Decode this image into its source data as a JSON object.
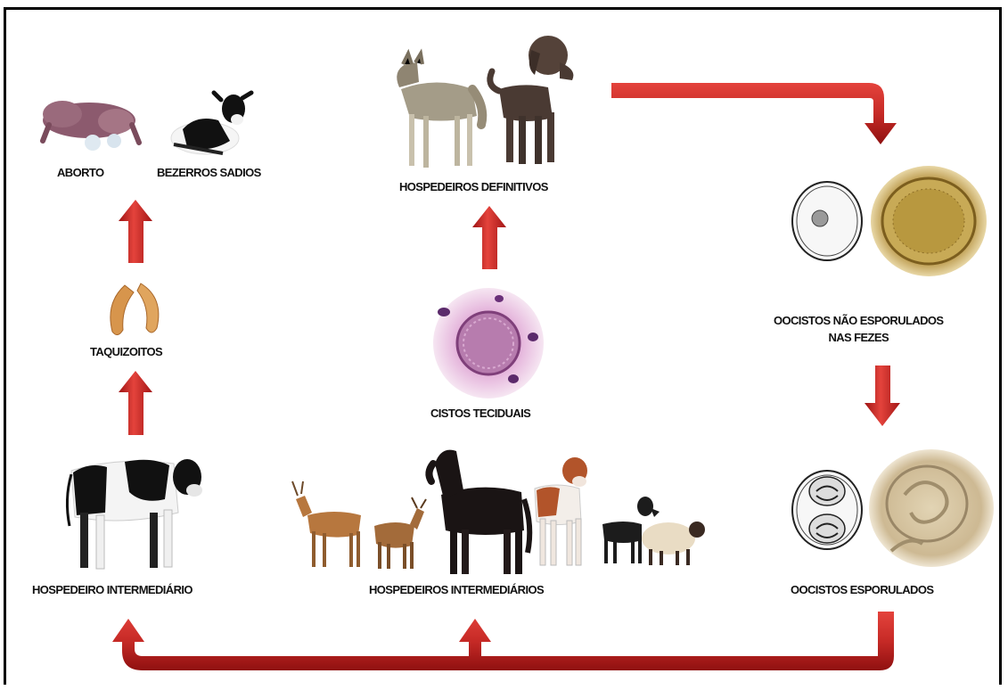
{
  "labels": {
    "aborto": "ABORTO",
    "bezerros_sadios": "BEZERROS SADIOS",
    "hospedeiros_definitivos": "HOSPEDEIROS DEFINITIVOS",
    "taquizoitos": "TAQUIZOITOS",
    "cistos_teciduais": "CISTOS TECIDUAIS",
    "oocistos_nao_esporulados_line1": "OOCISTOS NÃO ESPORULADOS",
    "oocistos_nao_esporulados_line2": "NAS FEZES",
    "oocistos_esporulados": "OOCISTOS  ESPORULADOS",
    "hospedeiro_intermediario": "HOSPEDEIRO INTERMEDIÁRIO",
    "hospedeiros_intermediarios": "HOSPEDEIROS INTERMEDIÁRIOS"
  },
  "colors": {
    "arrow": "#b91c1c",
    "arrow_light": "#e0413b",
    "frame": "#000000"
  },
  "icons": {
    "aborted_fetus": "aborted-fetus-icon",
    "calf": "holstein-calf-icon",
    "coyote": "coyote-icon",
    "dog": "labrador-dog-icon",
    "tachyzoites": "tachyzoites-icon",
    "tissue_cyst": "tissue-cyst-icon",
    "unsporulated_oocyst": "unsporulated-oocyst-icon",
    "sporulated_oocyst": "sporulated-oocyst-icon",
    "cow": "holstein-cow-icon",
    "deer": "deer-icon",
    "goat": "goat-icon",
    "horse": "horse-icon",
    "calf_red": "red-calf-icon",
    "small_dog": "small-dog-icon",
    "sheep": "sheep-icon"
  }
}
